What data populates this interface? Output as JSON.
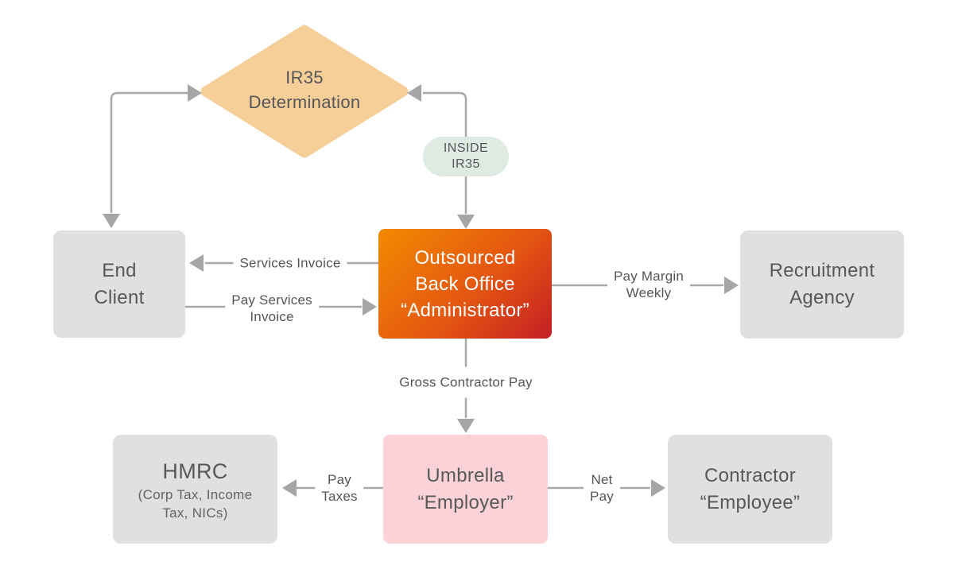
{
  "colors": {
    "background": "#FFFFFF",
    "diamond_fill": "#F6CE98",
    "pill_fill": "#DFEAE3",
    "gray_node_fill": "#E0E0E0",
    "umbrella_fill": "#FAD2D8",
    "admin_gradient_start": "#F18A00",
    "admin_gradient_end": "#C41E24",
    "admin_text": "#FFFFFF",
    "connector": "#A9A9A9",
    "text": "#58585B"
  },
  "nodes": {
    "ir35_determination": {
      "line1": "IR35",
      "line2": "Determination"
    },
    "inside_ir35": {
      "line1": "INSIDE",
      "line2": "IR35"
    },
    "end_client": {
      "line1": "End",
      "line2": "Client"
    },
    "admin": {
      "line1": "Outsourced",
      "line2": "Back Office",
      "line3": "“Administrator”"
    },
    "recruitment_agency": {
      "line1": "Recruitment",
      "line2": "Agency"
    },
    "hmrc": {
      "line1": "HMRC",
      "line2": "(Corp Tax, Income",
      "line3": "Tax, NICs)"
    },
    "umbrella": {
      "line1": "Umbrella",
      "line2": "“Employer”"
    },
    "contractor": {
      "line1": "Contractor",
      "line2": "“Employee”"
    }
  },
  "edges": {
    "services_invoice": {
      "label": "Services Invoice"
    },
    "pay_services_invoice": {
      "line1": "Pay Services",
      "line2": "Invoice"
    },
    "pay_margin_weekly": {
      "line1": "Pay Margin",
      "line2": "Weekly"
    },
    "gross_contractor_pay": {
      "label": "Gross Contractor Pay"
    },
    "pay_taxes": {
      "line1": "Pay",
      "line2": "Taxes"
    },
    "net_pay": {
      "line1": "Net",
      "line2": "Pay"
    }
  }
}
